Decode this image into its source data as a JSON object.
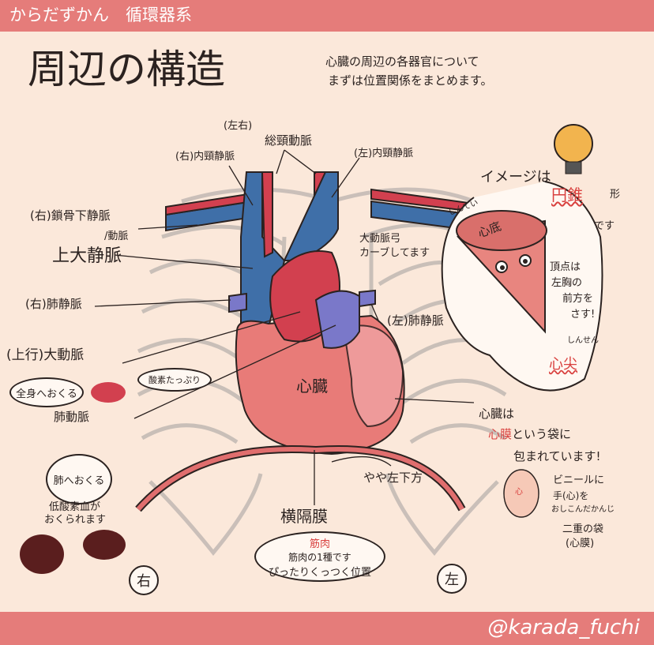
{
  "header": {
    "title": "からだずかん　循環器系"
  },
  "main": {
    "title": "周辺の構造",
    "subtitle": [
      "心臓の周辺の各器官について",
      "まずは位置関係をまとめます。"
    ]
  },
  "labels": {
    "left_right": "(左右)",
    "common_carotid": "総頸動脈",
    "r_internal_jugular": "(右)内頸静脈",
    "l_internal_jugular": "(左)内頸静脈",
    "r_subclavian_vein": "(右)鎖骨下静脈",
    "r_subclavian_artery": "/動脈",
    "svc": "上大静脈",
    "aortic_arch": [
      "大動脈弓",
      "カーブしてます"
    ],
    "r_pulmonary_vein": "(右)肺静脈",
    "l_pulmonary_vein": "(左)肺静脈",
    "ascending_aorta": "(上行)大動脈",
    "to_body": "全身へおくる",
    "oxygen_rich": "酸素たっぷり",
    "heart": "心臓",
    "pulmonary_artery": "肺動脈",
    "to_lungs": "肺へおくる",
    "low_oxygen": [
      "低酸素血が",
      "おくられます"
    ],
    "diaphragm": "横隔膜",
    "diaphragm_note": [
      "筋肉の1種です",
      "ぴったりくっつく位置"
    ],
    "diaphragm_note_red": "筋肉",
    "lower_left": "やや左下方",
    "right": "右",
    "left": "左"
  },
  "cone": {
    "image_is": "イメージは",
    "cone": "円錐",
    "shape": "形",
    "desu": "です",
    "base_reading": "しんてい",
    "base": "心底",
    "apex_note": [
      "頂点は",
      "左胸の",
      "前方を",
      "さす!"
    ],
    "apex_reading": "しんせん",
    "apex": "心尖"
  },
  "pericardium": {
    "lines": [
      "心臓は",
      "という袋に",
      "包まれています!"
    ],
    "term": "心膜",
    "analogy": [
      "ビニールに",
      "手(心)を",
      "おしこんだかんじ"
    ],
    "analogy_inner": "心",
    "double_bag": [
      "二重の袋",
      "(心膜)"
    ]
  },
  "footer": {
    "handle": "@karada_fuchi"
  },
  "colors": {
    "band": "#e57c7a",
    "background": "#fbe8da",
    "artery": "#d2404f",
    "vein": "#3f6fa8",
    "heart": "#e87b78",
    "accent_red": "#d9413f"
  }
}
